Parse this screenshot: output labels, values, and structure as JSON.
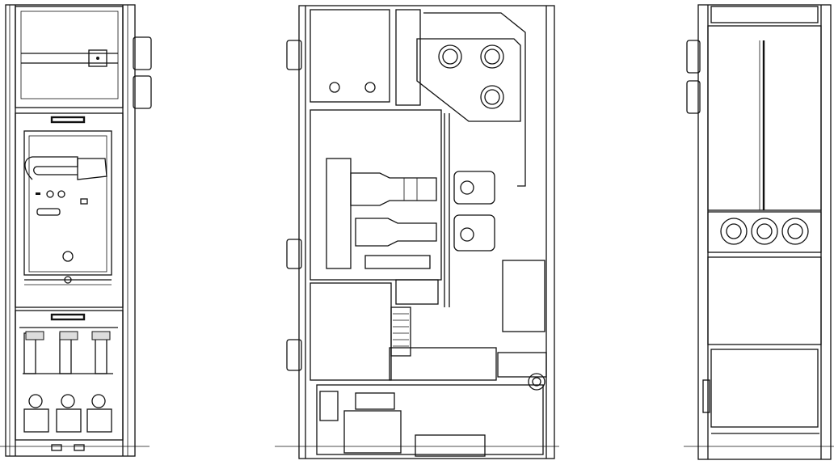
{
  "drawing": {
    "views": [
      {
        "id": "front"
      },
      {
        "id": "section"
      },
      {
        "id": "rear"
      }
    ]
  }
}
